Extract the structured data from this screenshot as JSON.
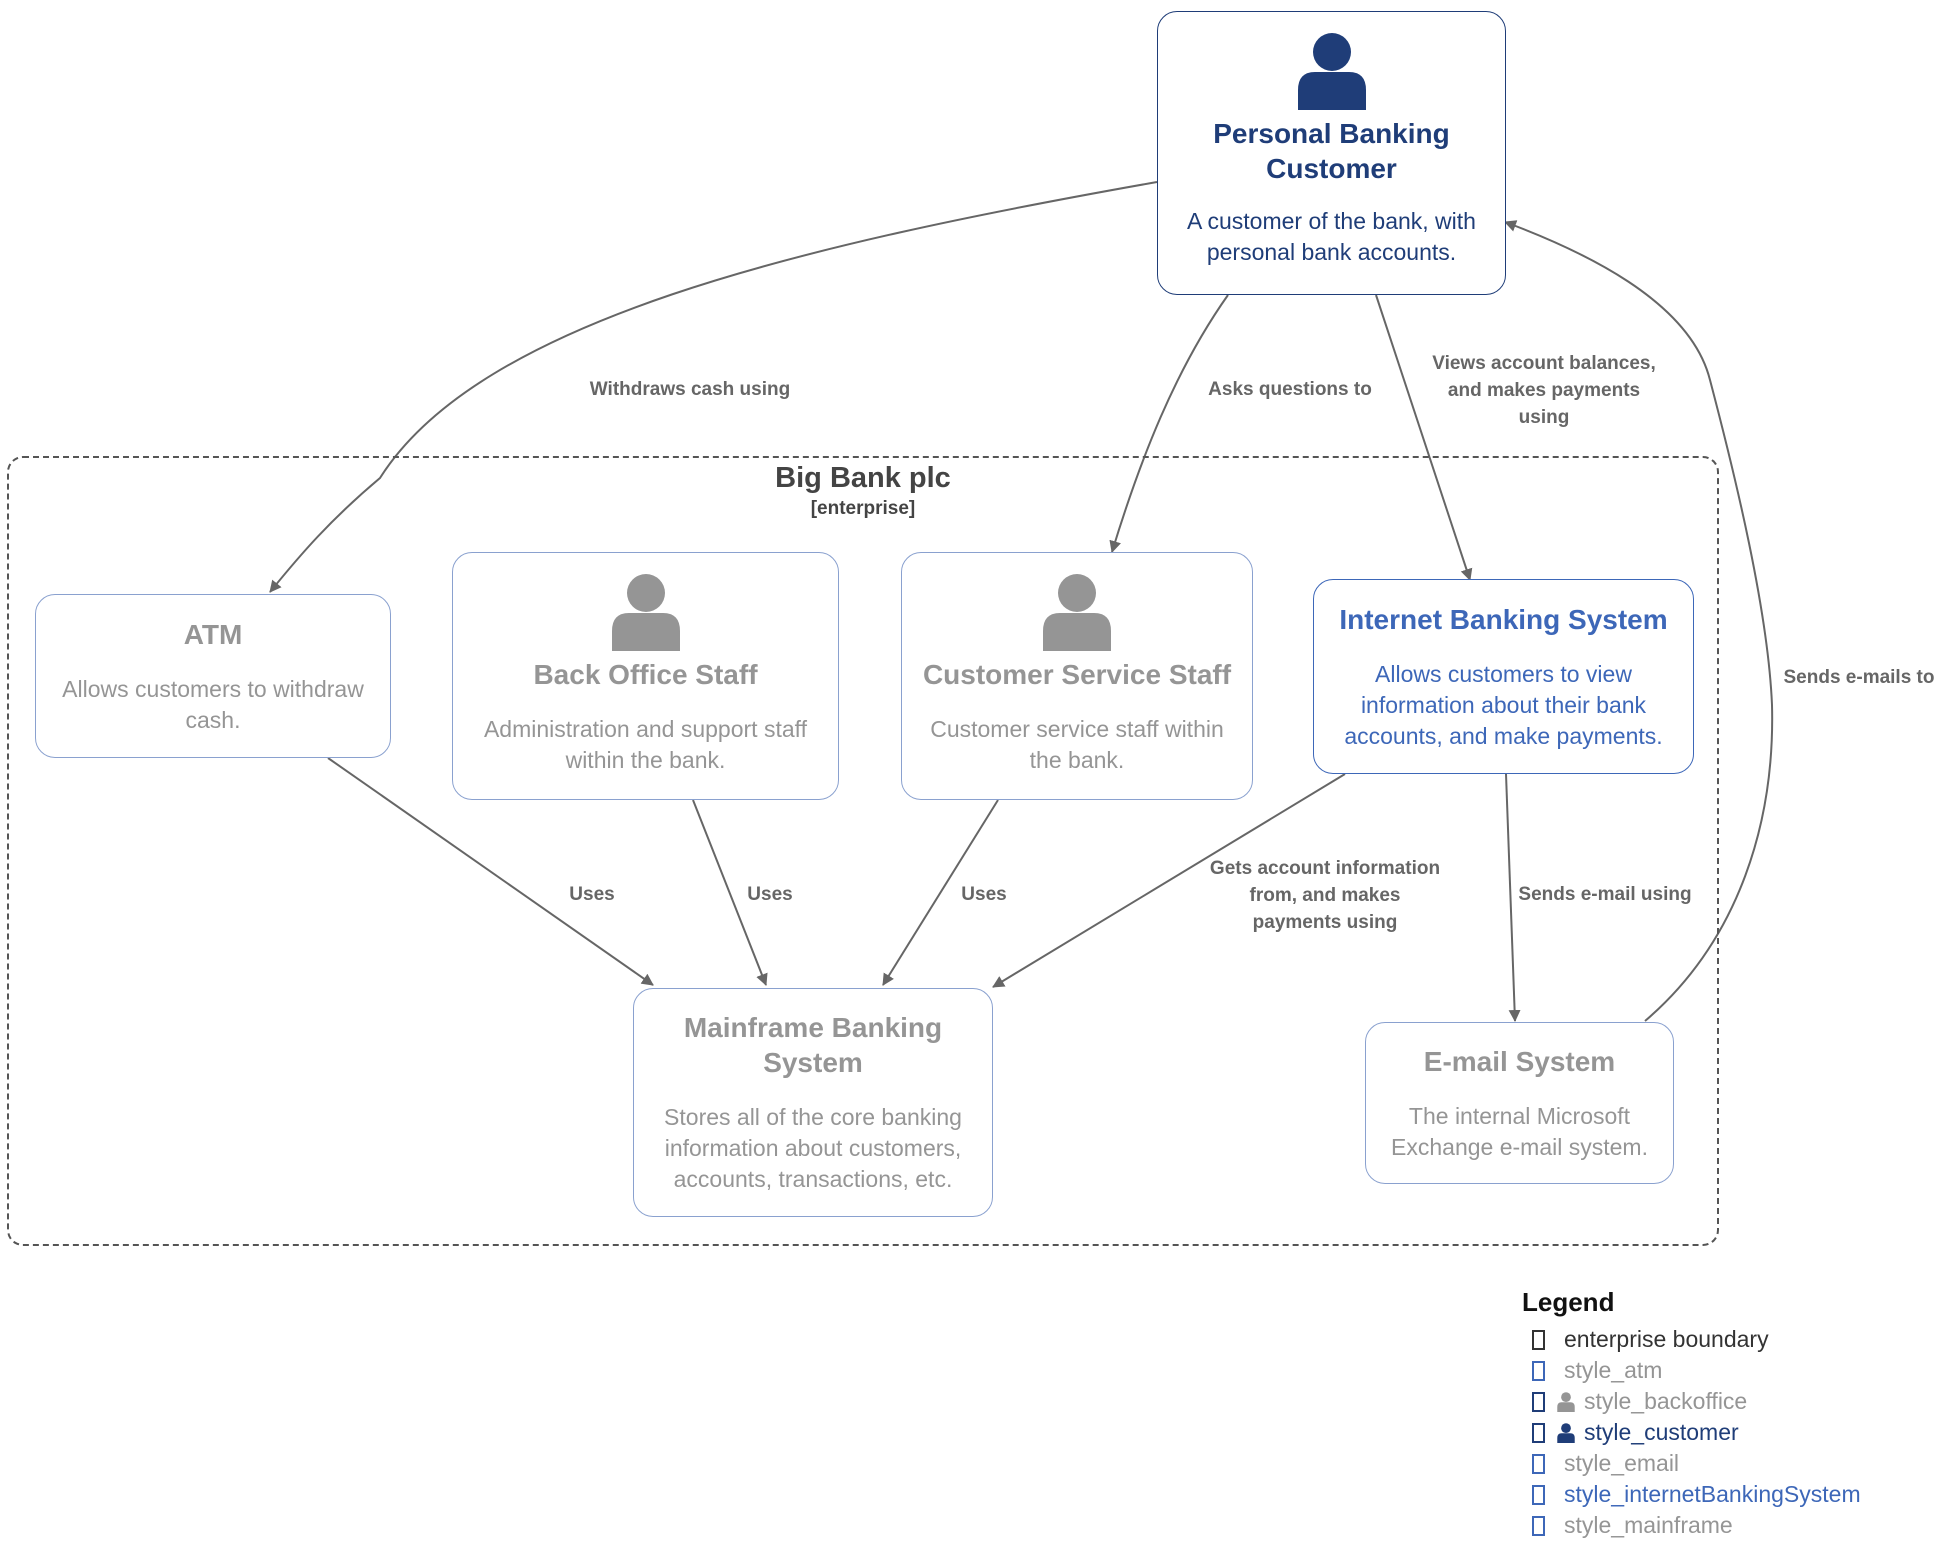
{
  "boundary": {
    "title": "Big Bank plc",
    "tag": "[enterprise]"
  },
  "nodes": {
    "customer": {
      "title": "Personal Banking Customer",
      "description": "A customer of the bank, with personal bank accounts."
    },
    "atm": {
      "title": "ATM",
      "description": "Allows customers to withdraw cash."
    },
    "backoffice": {
      "title": "Back Office Staff",
      "description": "Administration and support staff within the bank."
    },
    "csstaff": {
      "title": "Customer Service Staff",
      "description": "Customer service staff within the bank."
    },
    "ibs": {
      "title": "Internet Banking System",
      "description": "Allows customers to view information about their bank accounts, and make payments."
    },
    "mainframe": {
      "title": "Mainframe Banking System",
      "description": "Stores all of the core banking information about customers, accounts, transactions, etc."
    },
    "email": {
      "title": "E-mail System",
      "description": "The internal Microsoft Exchange e-mail system."
    }
  },
  "edges": {
    "withdraws": "Withdraws cash using",
    "asks": "Asks questions to",
    "views": "Views account balances,\nand makes payments\nusing",
    "sends_emails_to": "Sends e-mails to",
    "atm_uses": "Uses",
    "backoffice_uses": "Uses",
    "cs_uses": "Uses",
    "gets_info": "Gets account information\nfrom, and makes\npayments using",
    "sends_email_using": "Sends e-mail using"
  },
  "legend": {
    "title": "Legend",
    "items": [
      "enterprise boundary",
      "style_atm",
      "style_backoffice",
      "style_customer",
      "style_email",
      "style_internetBankingSystem",
      "style_mainframe"
    ]
  },
  "colors": {
    "customer": "#1f3d78",
    "internet_banking": "#3d67b8",
    "muted": "#959595",
    "node_border": "#8aa1cf",
    "edge": "#666666",
    "boundary": "#555555"
  }
}
